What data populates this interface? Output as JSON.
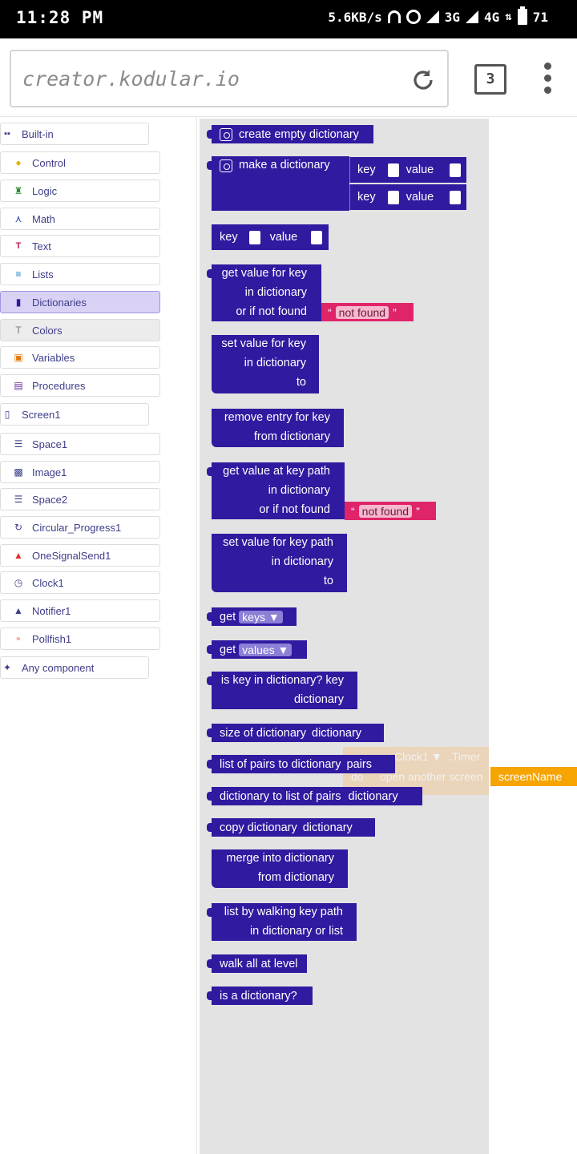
{
  "status": {
    "time": "11:28 PM",
    "speed": "5.6KB/s",
    "net3g": "3G",
    "net4g": "4G",
    "battery": "71"
  },
  "browser": {
    "url": "creator.kodular.io",
    "tab_count": "3"
  },
  "sidebar": {
    "builtin_label": "Built-in",
    "builtin_items": [
      "Control",
      "Logic",
      "Math",
      "Text",
      "Lists",
      "Dictionaries",
      "Colors",
      "Variables",
      "Procedures"
    ],
    "screen_label": "Screen1",
    "component_items": [
      "Space1",
      "Image1",
      "Space2",
      "Circular_Progress1",
      "OneSignalSend1",
      "Clock1",
      "Notifier1",
      "Pollfish1"
    ],
    "any_component": "Any component",
    "selected": "Dictionaries"
  },
  "colors": {
    "block": "#2f1aa0",
    "string": "#e0246a",
    "flyout": "#e3e3e3",
    "active": "#d9d2f5",
    "event": "#f5a400"
  },
  "blocks": {
    "create_empty": "create empty dictionary",
    "make_dict": "make a dictionary",
    "key": "key",
    "value": "value",
    "get_value_for_key": "get value for key",
    "in_dictionary": "in dictionary",
    "or_if_not_found": "or if not found",
    "not_found": "not found",
    "set_value_for_key": "set value for key",
    "to": "to",
    "remove_entry": "remove entry for key",
    "from_dictionary": "from dictionary",
    "get_value_key_path": "get value at key path",
    "set_value_key_path": "set value for key path",
    "get": "get",
    "keys": "keys",
    "values": "values",
    "is_key_in_dict": "is key in dictionary? key",
    "dictionary": "dictionary",
    "size_of_dict": "size of dictionary",
    "list_of_pairs": "list of pairs to dictionary",
    "pairs": "pairs",
    "dict_to_list": "dictionary to list of pairs",
    "copy_dict": "copy dictionary",
    "merge_into": "merge into dictionary",
    "list_by_walking": "list by walking key path",
    "in_dict_or_list": "in dictionary or list",
    "walk_all": "walk all at level",
    "is_a_dict": "is a dictionary?"
  },
  "background": {
    "clock": "Clock1",
    "timer": ".Timer",
    "do": "do",
    "open_screen": "open another screen",
    "screen_name": "screenName"
  }
}
